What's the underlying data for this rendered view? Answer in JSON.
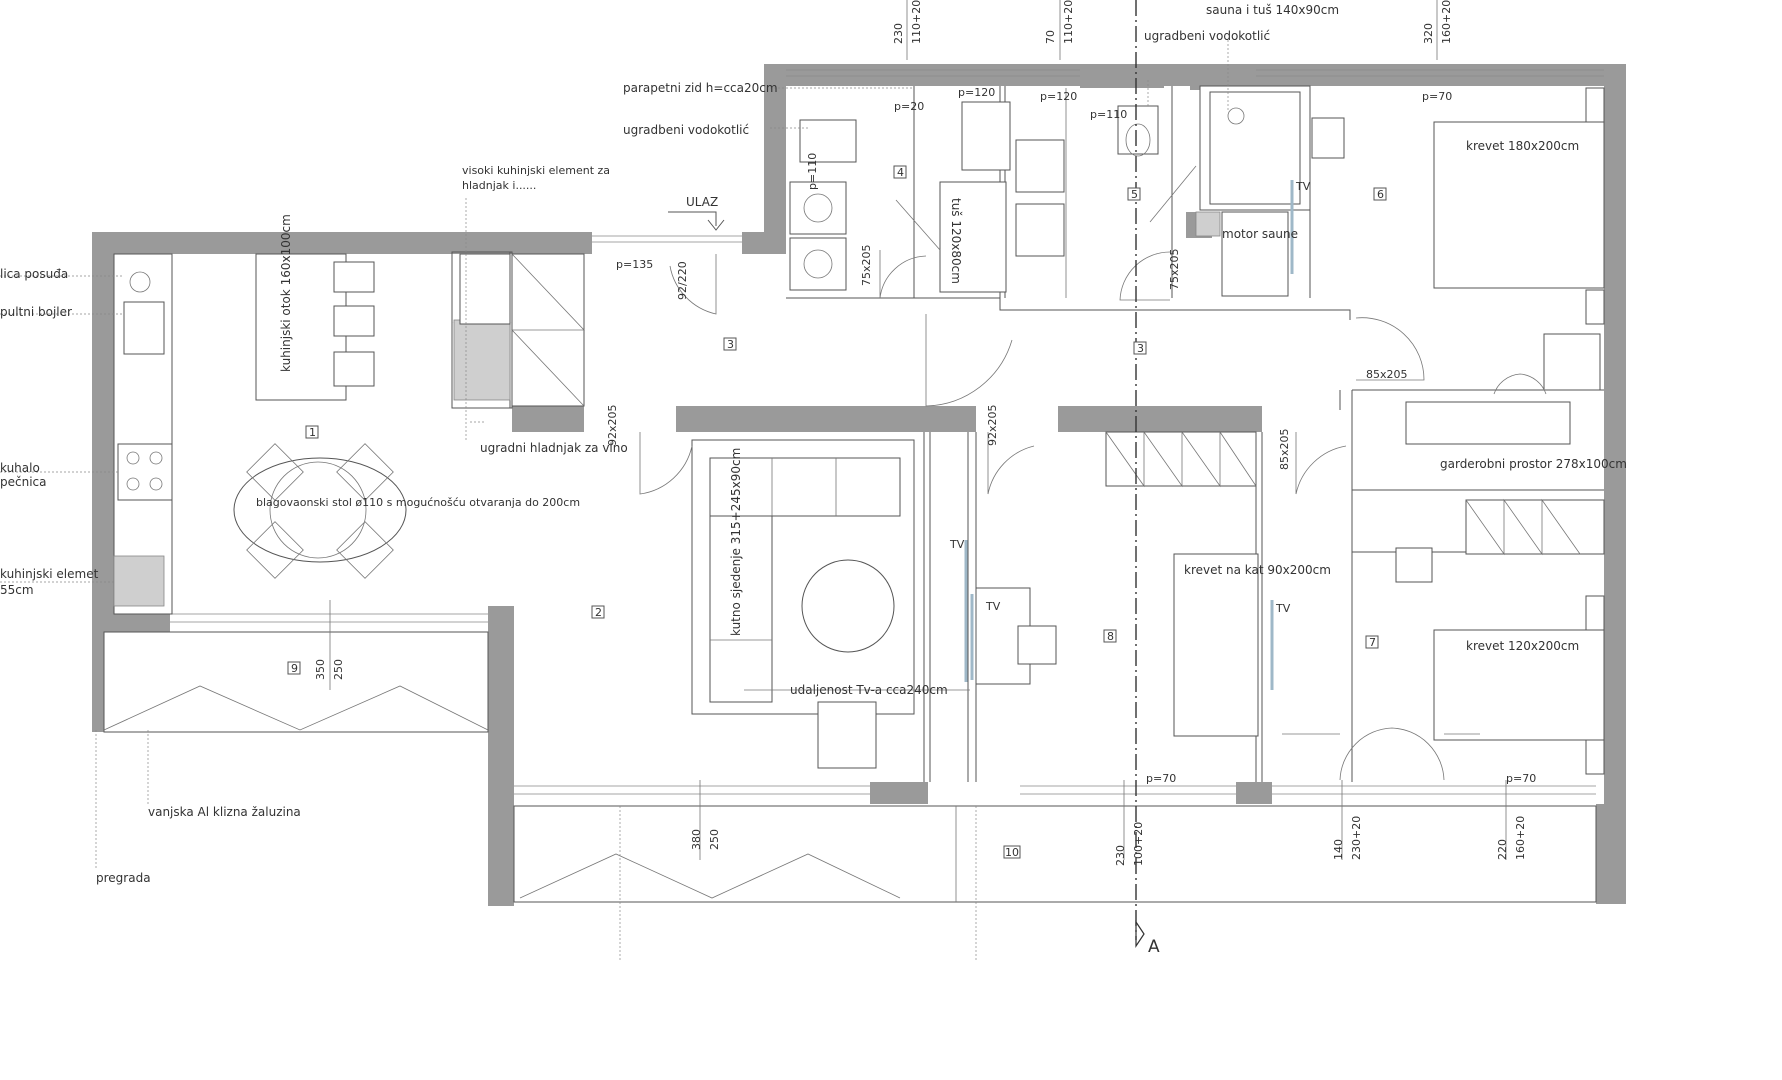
{
  "plan": {
    "section_label": "A",
    "labels": {
      "parapet": "parapetni zid h=cca20cm",
      "cistern_left": "ugradbeni vodokotlić",
      "high_cabinet": "visoki kuhinjski element za hladnjak i......",
      "entrance": "ULAZ",
      "dishwasher": "lica posuđa",
      "boiler": "pultni bojler",
      "island": "kuhinjski otok 160x100cm",
      "stove_1": "kuhalo",
      "stove_2": "pečnica",
      "dining_table": "blagovaonski stol ø110 s mogućnošću otvaranja do 200cm",
      "kitchen_element_1": "kuhinjski elemet",
      "kitchen_element_2": "55cm",
      "wine_fridge": "ugradni hladnjak za vino",
      "sofa": "kutno sjedenje 315+245x90cm",
      "tv_distance": "udaljenost Tv-a cca240cm",
      "shutter": "vanjska Al klizna žaluzina",
      "partition": "pregrada",
      "cistern_right": "ugradbeni vodokotlić",
      "sauna": "sauna i tuš 140x90cm",
      "sauna_motor": "motor saune",
      "shower": "tuš 120x80cm",
      "bed_double_1": "krevet 180x200cm",
      "bed_double_2": "krevet 120x200cm",
      "bunk_bed": "krevet na kat 90x200cm",
      "wardrobe": "garderobni prostor 278x100cm",
      "tv": "TV"
    },
    "rooms": [
      "1",
      "2",
      "3",
      "3",
      "4",
      "5",
      "6",
      "7",
      "8",
      "9",
      "10"
    ],
    "door_sizes": [
      "92/220",
      "75x205",
      "75x205",
      "92x205",
      "92x205",
      "85x205",
      "85x205"
    ],
    "dims_top": [
      {
        "a": "230",
        "b": "110+20"
      },
      {
        "a": "70",
        "b": "110+20"
      },
      {
        "a": "320",
        "b": "160+20"
      }
    ],
    "dims_bottom": [
      {
        "a": "380",
        "b": "250"
      },
      {
        "a": "230",
        "b": "100+20"
      },
      {
        "a": "140",
        "b": "230+20"
      },
      {
        "a": "220",
        "b": "160+20"
      }
    ],
    "dim_balcony": {
      "a": "350",
      "b": "250"
    },
    "parapets": [
      "p=20",
      "p=120",
      "p=120",
      "p=110",
      "p=70",
      "p=135",
      "p=110",
      "p=70",
      "p=70"
    ]
  }
}
